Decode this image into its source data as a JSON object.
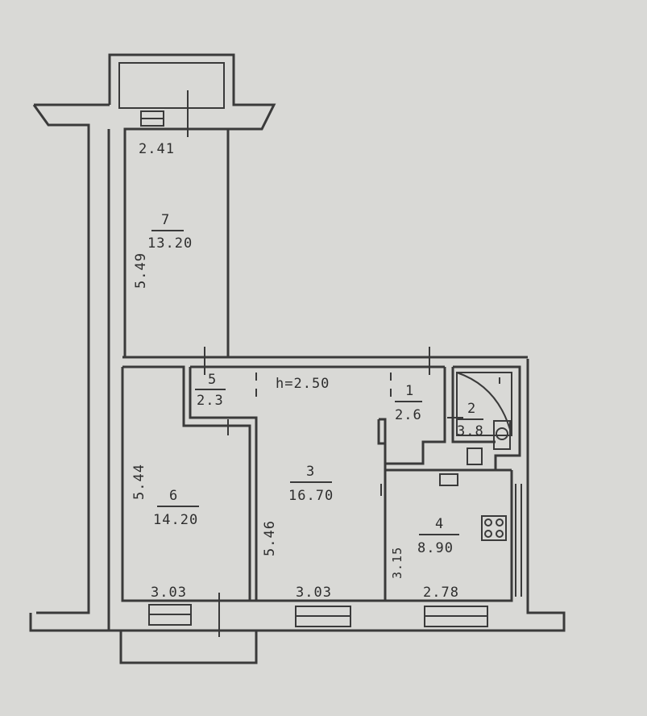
{
  "plan": {
    "ceiling_height": "h=2.50",
    "rooms": [
      {
        "id": "room-7",
        "number": "7",
        "area": "13.20"
      },
      {
        "id": "room-6",
        "number": "6",
        "area": "14.20"
      },
      {
        "id": "room-5",
        "number": "5",
        "area": "2.3"
      },
      {
        "id": "room-3",
        "number": "3",
        "area": "16.70"
      },
      {
        "id": "room-1",
        "number": "1",
        "area": "2.6"
      },
      {
        "id": "room-2",
        "number": "2",
        "area": "3.8"
      },
      {
        "id": "room-4",
        "number": "4",
        "area": "8.90"
      }
    ],
    "dimensions": [
      {
        "id": "dim-room7-width",
        "value": "2.41"
      },
      {
        "id": "dim-room7-length",
        "value": "5.49"
      },
      {
        "id": "dim-room6-length",
        "value": "5.44"
      },
      {
        "id": "dim-room3-length",
        "value": "5.46"
      },
      {
        "id": "dim-room4-length",
        "value": "3.15"
      },
      {
        "id": "dim-room6-width",
        "value": "3.03"
      },
      {
        "id": "dim-room3-width",
        "value": "3.03"
      },
      {
        "id": "dim-room4-width",
        "value": "2.78"
      }
    ]
  },
  "colors": {
    "paper": "#d9d9d6",
    "ink": "#3a3a3a"
  }
}
